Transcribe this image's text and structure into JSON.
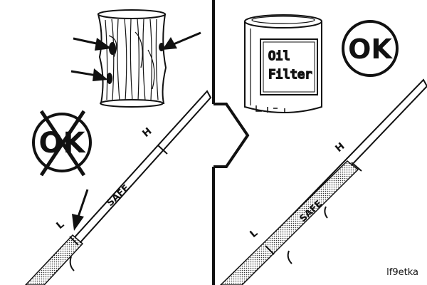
{
  "left_panel": {
    "mark_high": "H",
    "mark_low": "L",
    "safe_label": "SAFE",
    "badge_text": "OK"
  },
  "right_panel": {
    "mark_high": "H",
    "mark_low": "L",
    "safe_label": "SAFE",
    "badge_text": "OK",
    "can_label_line1": "Oil",
    "can_label_line2": "Filter"
  },
  "figure_id": "lf9etka",
  "colors": {
    "ink": "#111111",
    "paper": "#ffffff",
    "oil_fill": "#bdbdbd"
  }
}
